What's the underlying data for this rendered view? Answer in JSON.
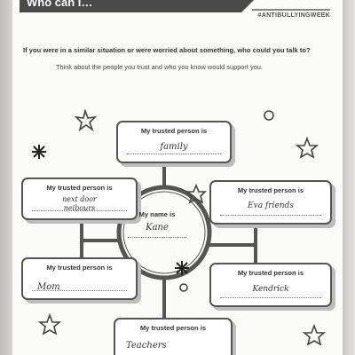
{
  "header": {
    "banner_title": "Who can I…",
    "hashtag": "#ANTIBULLYINGWEEK"
  },
  "intro": {
    "question": "If you were in a similar situation or were worried about something, who could you talk to?",
    "instruction": "Think about the people you trust and who you know would support you."
  },
  "boxes": [
    {
      "label": "My trusted person is",
      "answer": "family"
    },
    {
      "label": "My trusted person is",
      "answer_line1": "next door",
      "answer_line2": "neibours"
    },
    {
      "label": "My trusted person is",
      "answer": "Eva friends"
    },
    {
      "label": "My trusted person is",
      "answer": "Mom"
    },
    {
      "label": "My trusted person is",
      "answer": "Kendrick"
    },
    {
      "label": "My trusted person is",
      "answer": "Teachers"
    }
  ],
  "center": {
    "label": "My name is",
    "answer": "Kane"
  },
  "decorations": [
    "star-icon",
    "asterisk-icon",
    "circle-icon"
  ]
}
